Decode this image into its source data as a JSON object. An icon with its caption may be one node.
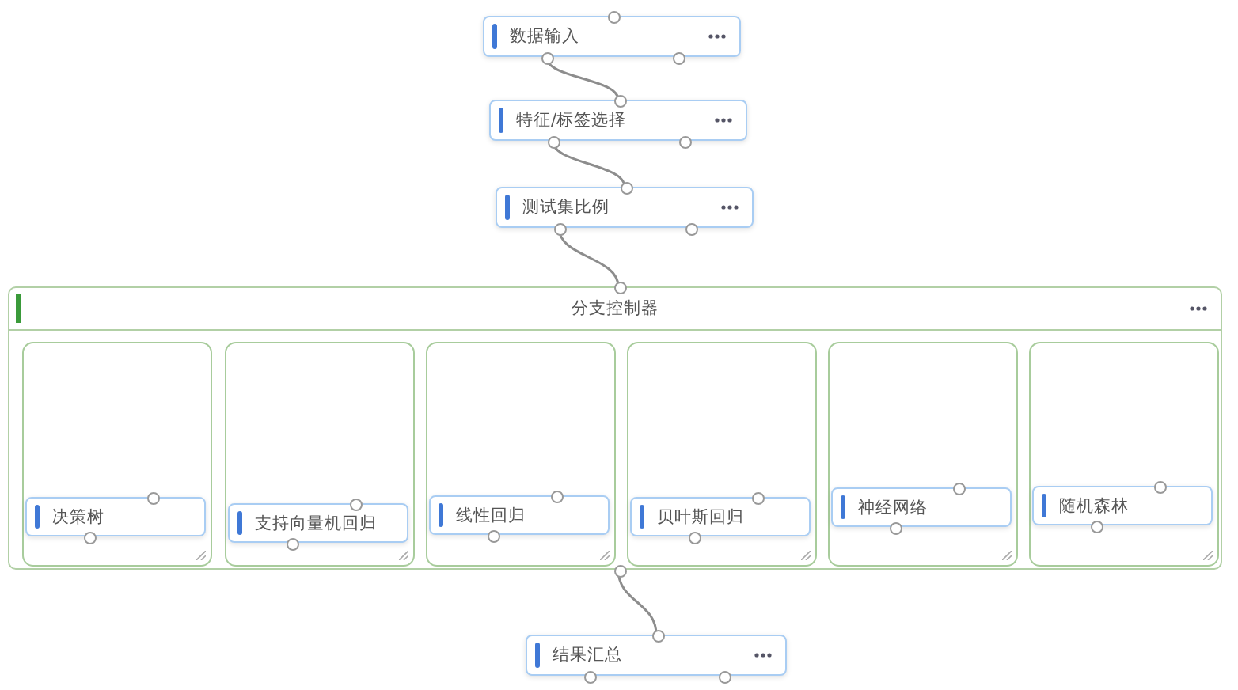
{
  "diagram": {
    "nodes": [
      {
        "text": [
          "数据输入"
        ]
      },
      {
        "text": [
          "特征/标签选择"
        ]
      },
      {
        "text": [
          "测试集比例"
        ]
      },
      {
        "text": [
          "分支控制器"
        ]
      },
      {
        "text": [],
        "shape": "box",
        "in": 3
      },
      {
        "text": [
          "决策树"
        ],
        "in": 4
      },
      {
        "text": [],
        "shape": "box",
        "in": 3
      },
      {
        "text": [
          "支持向量机回归"
        ],
        "in": 6
      },
      {
        "text": [],
        "shape": "box",
        "in": 3
      },
      {
        "text": [
          "线性回归"
        ],
        "in": 8
      },
      {
        "text": [],
        "shape": "box",
        "in": 3
      },
      {
        "text": [
          "贝叶斯回归"
        ],
        "in": 10
      },
      {
        "text": [],
        "shape": "box",
        "in": 3
      },
      {
        "text": [
          "神经网络"
        ],
        "in": 12
      },
      {
        "text": [],
        "shape": "box",
        "in": 3
      },
      {
        "text": [
          "随机森林"
        ],
        "in": 14
      },
      {
        "text": [
          "结果汇总"
        ]
      }
    ],
    "edges": [
      {
        "from": 0,
        "to": 1,
        "arrow": "none"
      },
      {
        "from": 1,
        "to": 2,
        "arrow": "none"
      },
      {
        "from": 2,
        "to": 3,
        "arrow": "none"
      },
      {
        "from": 3,
        "to": 16,
        "arrow": "none"
      }
    ]
  }
}
